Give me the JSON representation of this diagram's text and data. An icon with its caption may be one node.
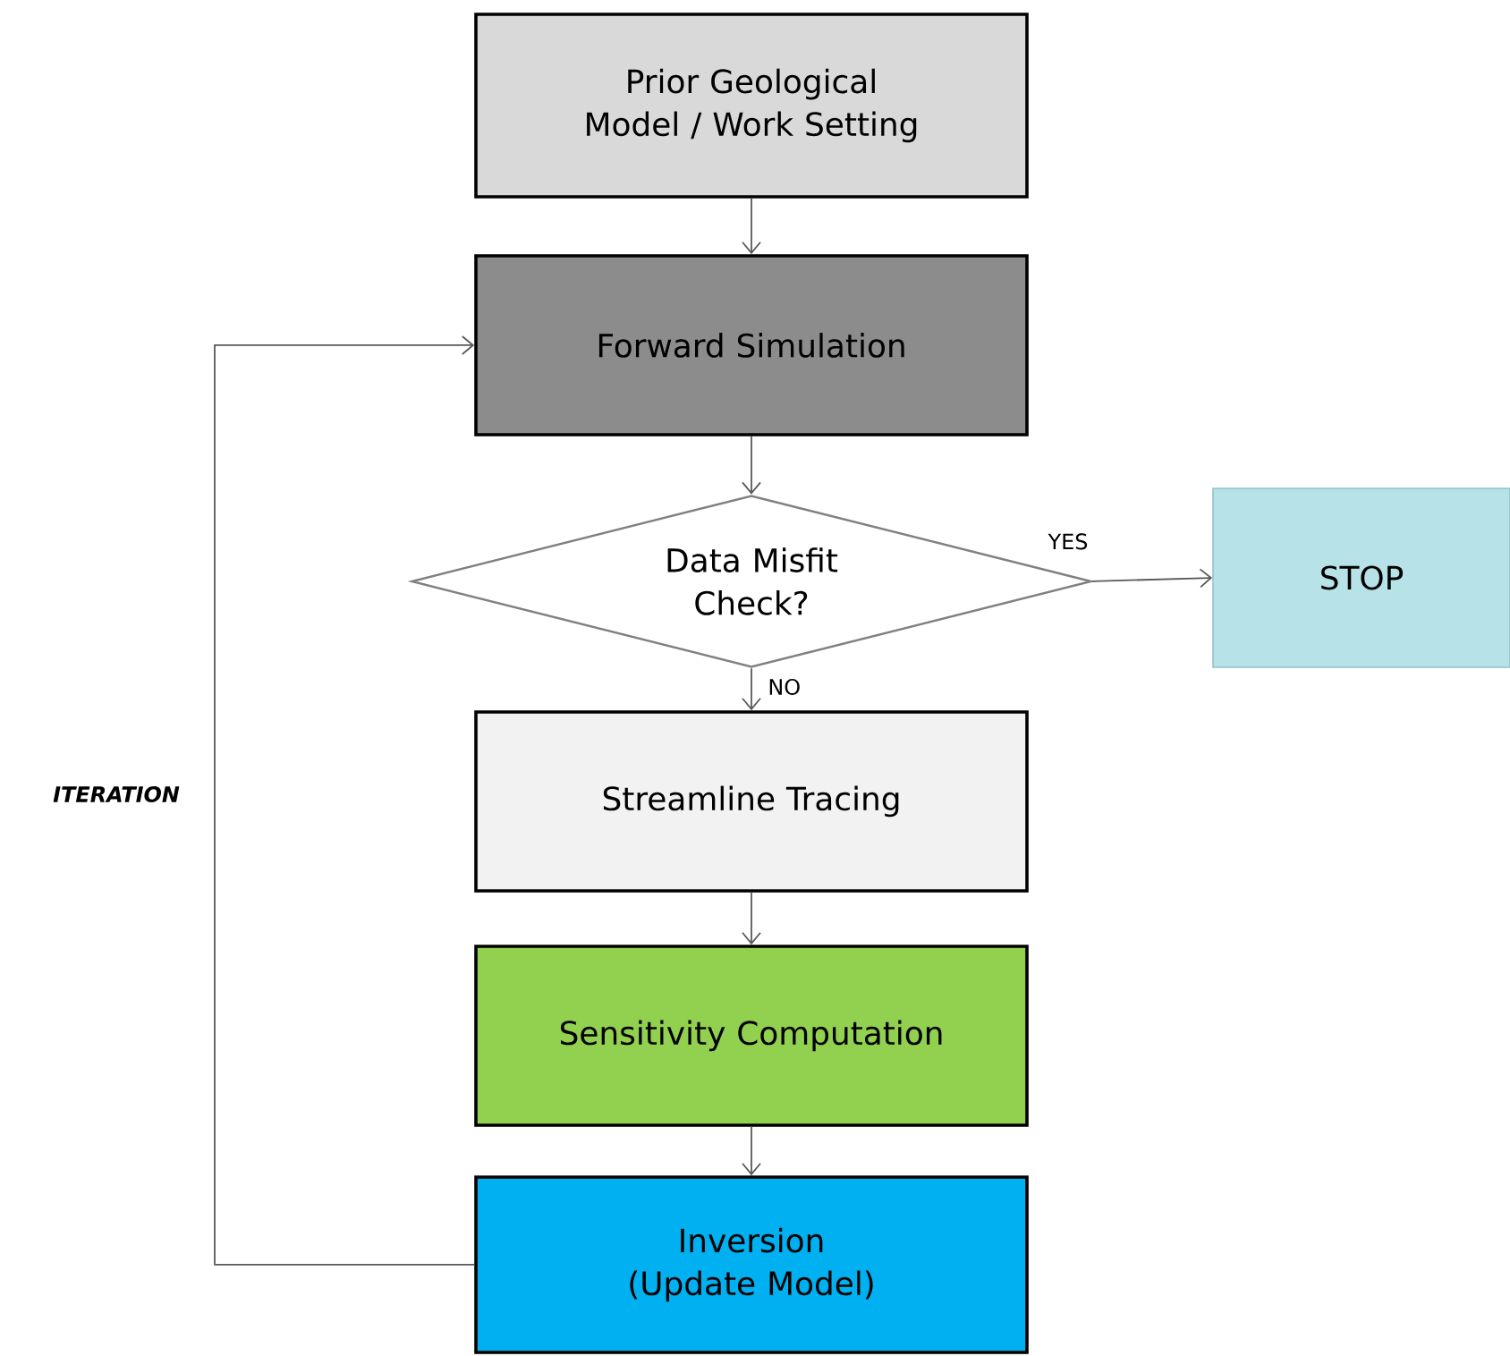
{
  "diagram": {
    "nodes": [
      {
        "text": [
          "Prior Geological Model / Work Setting"
        ]
      },
      {
        "text": [
          "Forward Simulation"
        ]
      },
      {
        "text": [
          "Data Misfit Check?"
        ]
      },
      {
        "text": [
          "STOP"
        ]
      },
      {
        "text": [
          "Streamline Tracing"
        ]
      },
      {
        "text": [
          "Sensitivity Computation"
        ]
      },
      {
        "text": [
          "Inversion (Update Model)"
        ]
      }
    ],
    "edges": [
      {
        "from": 0,
        "to": 1,
        "arrow": "to"
      },
      {
        "from": 1,
        "to": 2,
        "arrow": "to"
      },
      {
        "from": 2,
        "to": 3,
        "arrow": "to",
        "label": "YES"
      },
      {
        "from": 2,
        "to": 4,
        "arrow": "to",
        "label": "NO"
      },
      {
        "from": 4,
        "to": 5,
        "arrow": "to"
      },
      {
        "from": 5,
        "to": 6,
        "arrow": "to"
      },
      {
        "from": 6,
        "to": 1,
        "arrow": "to",
        "label": "ITERATION"
      }
    ]
  }
}
